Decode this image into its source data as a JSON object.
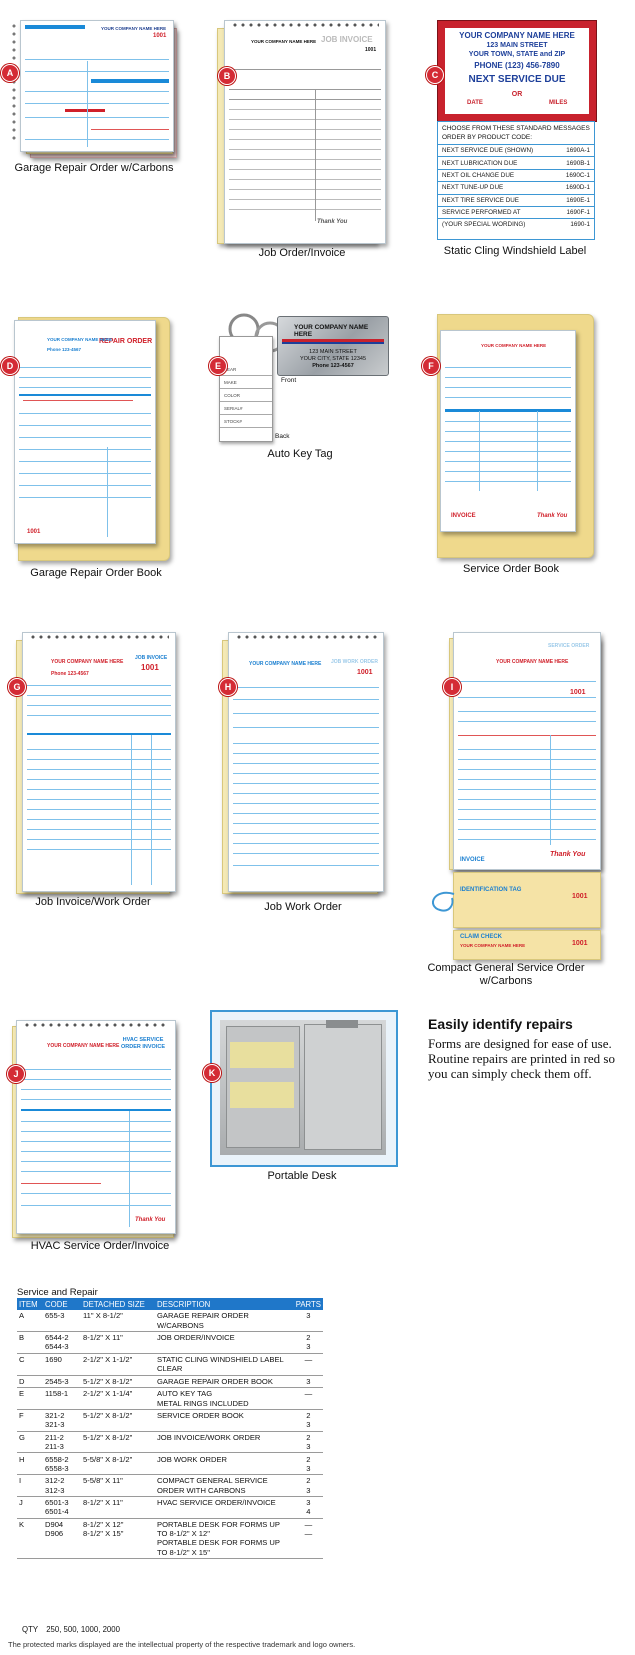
{
  "products": [
    {
      "letter": "A",
      "caption": "Garage Repair Order w/Carbons"
    },
    {
      "letter": "B",
      "caption": "Job Order/Invoice"
    },
    {
      "letter": "C",
      "caption": "Static Cling Windshield Label"
    },
    {
      "letter": "D",
      "caption": "Garage Repair Order Book"
    },
    {
      "letter": "E",
      "caption": "Auto Key Tag"
    },
    {
      "letter": "F",
      "caption": "Service Order Book"
    },
    {
      "letter": "G",
      "caption": "Job Invoice/Work Order"
    },
    {
      "letter": "H",
      "caption": "Job Work Order"
    },
    {
      "letter": "I",
      "caption": "Compact General Service Order w/Carbons"
    },
    {
      "letter": "J",
      "caption": "HVAC Service Order/Invoice"
    },
    {
      "letter": "K",
      "caption": "Portable Desk"
    }
  ],
  "sample": {
    "company": "YOUR COMPANY NAME HERE",
    "street": "123 MAIN STREET",
    "city": "YOUR CITY, STATE 12345",
    "phone": "Phone 123-4567",
    "number": "1001",
    "thank_you": "Thank You",
    "repair_order": "REPAIR ORDER",
    "job_invoice": "JOB INVOICE",
    "job_work_order": "JOB WORK ORDER",
    "service_order": "SERVICE ORDER",
    "hvac_title": "HVAC SERVICE ORDER INVOICE",
    "invoice": "INVOICE",
    "identification_tag": "IDENTIFICATION TAG",
    "claim_check": "CLAIM CHECK"
  },
  "cling": {
    "company": "YOUR COMPANY NAME HERE",
    "street": "123 MAIN STREET",
    "city": "YOUR TOWN, STATE and ZIP",
    "phone": "PHONE (123) 456-7890",
    "next_service": "NEXT SERVICE DUE",
    "date": "DATE",
    "or": "OR",
    "miles": "MILES",
    "choose_text": "CHOOSE FROM THESE STANDARD MESSAGES ORDER BY PRODUCT CODE:",
    "messages": [
      {
        "text": "NEXT SERVICE DUE (SHOWN)",
        "code": "1690A-1"
      },
      {
        "text": "NEXT LUBRICATION DUE",
        "code": "1690B-1"
      },
      {
        "text": "NEXT OIL CHANGE DUE",
        "code": "1690C-1"
      },
      {
        "text": "NEXT TUNE-UP DUE",
        "code": "1690D-1"
      },
      {
        "text": "NEXT TIRE SERVICE DUE",
        "code": "1690E-1"
      },
      {
        "text": "SERVICE PERFORMED AT",
        "code": "1690F-1"
      },
      {
        "text": "(YOUR SPECIAL WORDING)",
        "code": "1690-1"
      }
    ]
  },
  "keytag": {
    "company": "YOUR COMPANY NAME HERE",
    "street": "123 MAIN STREET",
    "city": "YOUR CITY, STATE 12345",
    "phone": "Phone 123-4567",
    "front_label": "Front",
    "back_label": "Back",
    "fields": [
      "YEAR",
      "MAKE",
      "COLOR",
      "SERIAL#",
      "STOCK#"
    ]
  },
  "identify": {
    "title": "Easily  identify repairs",
    "body": "Forms are designed for ease of use. Routine repairs are printed in red so you can simply check them off."
  },
  "table": {
    "title": "Service and Repair",
    "headers": [
      "ITEM",
      "CODE",
      "DETACHED SIZE",
      "DESCRIPTION",
      "PARTS"
    ],
    "rows": [
      {
        "item": "A",
        "code": "655-3",
        "size": "11\" X 8-1/2\"",
        "desc": "GARAGE REPAIR ORDER W/CARBONS",
        "parts": "3"
      },
      {
        "item": "B",
        "code": "6544-2\n6544-3",
        "size": "8-1/2\" X 11\"",
        "desc": "JOB ORDER/INVOICE",
        "parts": "2\n3"
      },
      {
        "item": "C",
        "code": "1690",
        "size": "2-1/2\" X 1-1/2\"",
        "desc": "STATIC CLING WINDSHIELD LABEL\nCLEAR",
        "parts": "—"
      },
      {
        "item": "D",
        "code": "2545-3",
        "size": "5-1/2\" X 8-1/2\"",
        "desc": "GARAGE REPAIR ORDER BOOK",
        "parts": "3"
      },
      {
        "item": "E",
        "code": "1158-1",
        "size": "2-1/2\" X 1-1/4\"",
        "desc": "AUTO KEY TAG\nMETAL RINGS INCLUDED",
        "parts": "—"
      },
      {
        "item": "F",
        "code": "321-2\n321-3",
        "size": "5-1/2\" X 8-1/2\"",
        "desc": "SERVICE ORDER BOOK",
        "parts": "2\n3"
      },
      {
        "item": "G",
        "code": "211-2\n211-3",
        "size": "5-1/2\" X 8-1/2\"",
        "desc": "JOB INVOICE/WORK ORDER",
        "parts": "2\n3"
      },
      {
        "item": "H",
        "code": "6558-2\n6558-3",
        "size": "5-5/8\" X 8-1/2\"",
        "desc": "JOB WORK ORDER",
        "parts": "2\n3"
      },
      {
        "item": "I",
        "code": "312-2\n312-3",
        "size": "5-5/8\" X 11\"",
        "desc": "COMPACT GENERAL SERVICE\nORDER WITH CARBONS",
        "parts": "2\n3"
      },
      {
        "item": "J",
        "code": "6501-3\n6501-4",
        "size": "8-1/2\" X 11\"",
        "desc": "HVAC SERVICE ORDER/INVOICE",
        "parts": "3\n4"
      },
      {
        "item": "K",
        "code": "D904\nD906",
        "size": "8-1/2\" X 12\"\n8-1/2\" X 15\"",
        "desc": "PORTABLE DESK FOR FORMS UP TO 8-1/2\" X 12\"\nPORTABLE DESK FOR FORMS UP TO 8-1/2\" X 15\"",
        "parts": "—\n—"
      }
    ]
  },
  "qty": {
    "label": "QTY",
    "values": "250, 500, 1000, 2000"
  },
  "footnote": "The protected marks displayed are the intellectual property of the respective trademark and logo owners.",
  "colors": {
    "accent_blue": "#1f77c9",
    "badge_red": "#d42b35",
    "form_blue": "#1a7fd0",
    "form_red": "#d0202a",
    "carbon_yellow": "#f4e9b5"
  }
}
